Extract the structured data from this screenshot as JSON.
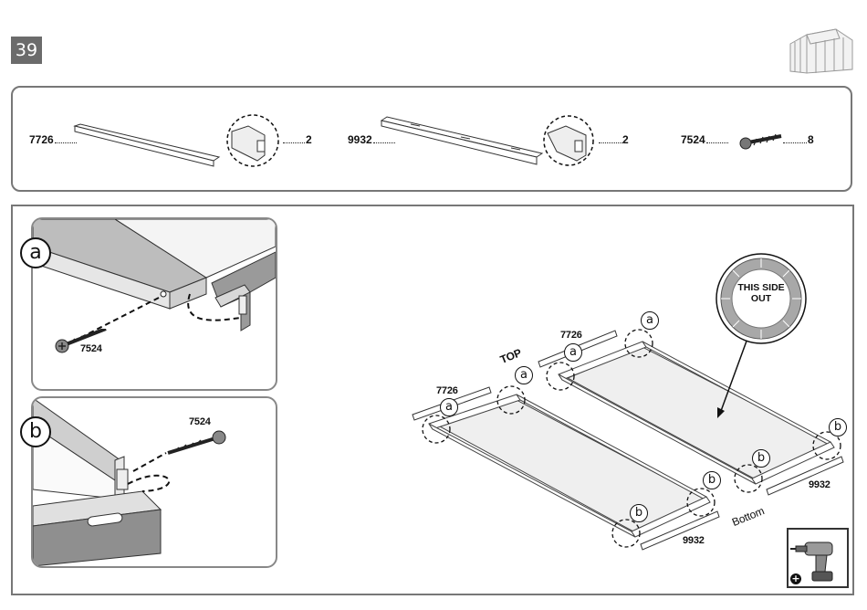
{
  "page": {
    "number": "39"
  },
  "parts": [
    {
      "code": "7726",
      "qty": "2",
      "name": "short-profile"
    },
    {
      "code": "9932",
      "qty": "2",
      "name": "long-profile"
    },
    {
      "code": "7524",
      "qty": "8",
      "name": "screw"
    }
  ],
  "detail_a": {
    "step": "a",
    "screw_code": "7524"
  },
  "detail_b": {
    "step": "b",
    "screw_code": "7524"
  },
  "assembly": {
    "callout_a": "a",
    "callout_b": "b",
    "top_label": "TOP",
    "bottom_label": "Bottom",
    "part_7726": "7726",
    "part_9932": "9932",
    "stamp_text": "THIS SIDE OUT"
  },
  "tool": {
    "name": "drill-icon",
    "sign": "+"
  }
}
